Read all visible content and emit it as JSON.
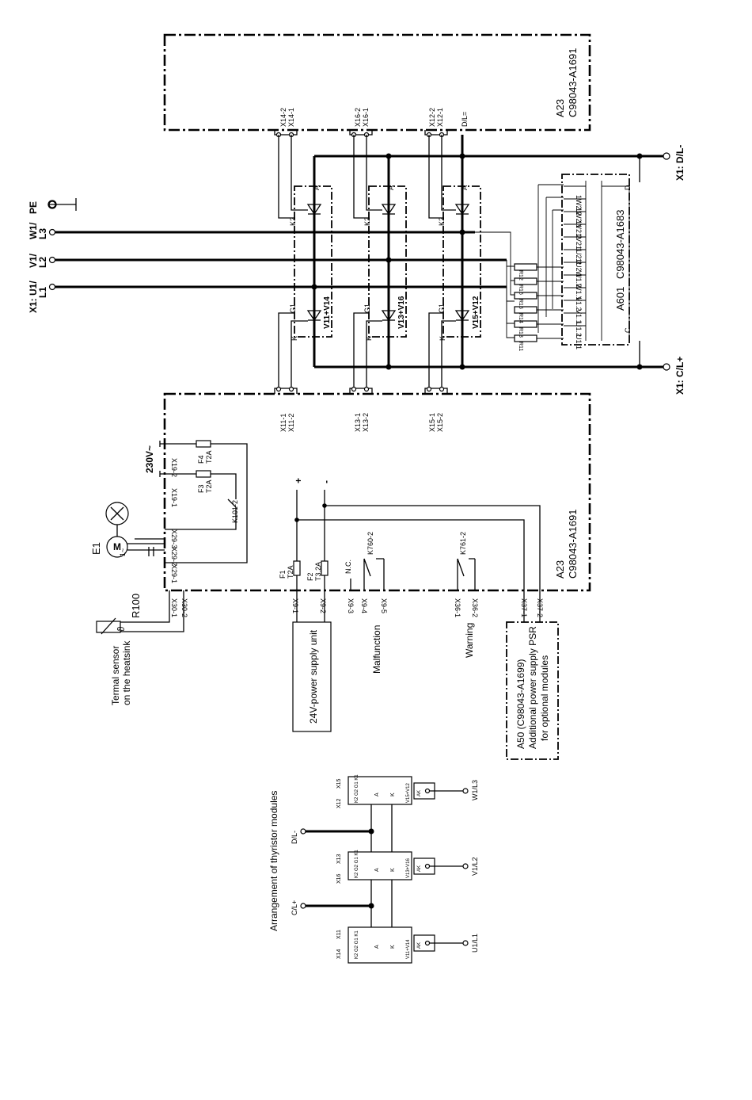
{
  "top_board": {
    "name": "A23",
    "part": "C98043-A1691"
  },
  "bottom_board": {
    "name": "A23",
    "part": "C98043-A1691"
  },
  "rc_board": {
    "name": "A601",
    "part": "C98043-A1683",
    "terminal_d": "D",
    "terminal_c": "C"
  },
  "mains": {
    "u": {
      "line1": "X1: U1/",
      "line2": "L1"
    },
    "v": {
      "line1": "V1/",
      "line2": "L2"
    },
    "w": {
      "line1": "W1/",
      "line2": "L3"
    },
    "pe": "PE"
  },
  "dc": {
    "d_minus": "X1: D/L-",
    "c_plus": "X1: C/L+"
  },
  "top_connectors": {
    "x14": [
      "X14-2",
      "X14-1"
    ],
    "x16": [
      "X16-2",
      "X16-1"
    ],
    "x12": [
      "X12-2",
      "X12-1"
    ],
    "dl": "D/L="
  },
  "bottom_connectors": {
    "x11": [
      "X11-1",
      "X11-2"
    ],
    "x13": [
      "X13-1",
      "X13-2"
    ],
    "x15": [
      "X15-1",
      "X15-2"
    ]
  },
  "thyristors": {
    "m1": "V11+V14",
    "m2": "V13+V16",
    "m3": "V15+V12",
    "pin_a": "A",
    "pin_k": "K",
    "pin_k2": "K2",
    "pin_g2": "G2",
    "pin_k1": "K1",
    "pin_g1": "G1"
  },
  "resistors": [
    "R12",
    "R16",
    "R15",
    "R14",
    "R13",
    "R11"
  ],
  "rc_caps": [
    "1W2.2",
    "1W2.1",
    "1V2.2",
    "1V2.1",
    "1U2.2",
    "1U2.1",
    "W1.2",
    "W1.1",
    "V1.2",
    "V1.1",
    "U1.2",
    "U1.1"
  ],
  "fan": {
    "label": "E1",
    "motor": "M",
    "phase": "1~",
    "x29": [
      "X29-3",
      "X29-2",
      "X29-1"
    ]
  },
  "fuses": {
    "f4": [
      "F4",
      "T2A"
    ],
    "f3": [
      "F3",
      "T2A"
    ],
    "f1": [
      "F1",
      "T2A"
    ],
    "f2": [
      "F2",
      "T3.2A"
    ]
  },
  "x19": [
    "X19-2",
    "X19-1"
  ],
  "voltage_230": "230V~",
  "relays": {
    "k101": "K101-2",
    "k760": "K760-2",
    "k761": "K761-2"
  },
  "power_in": {
    "plus": "+",
    "minus": "-"
  },
  "nc": "N.C.",
  "sensor": {
    "r100": "R100",
    "theta": "ϑ",
    "pins": [
      "X30-1",
      "X30-2"
    ],
    "caption1": "Termal sensor",
    "caption2": "on the heatsink"
  },
  "x9": [
    "X9-1",
    "X9-2",
    "X9-3",
    "X9-4",
    "X9-5"
  ],
  "psu_24v": "24V-power supply unit",
  "malfunction": "Malfunction",
  "x36": [
    "X36-1",
    "X36-2"
  ],
  "warning": "Warning",
  "x37": [
    "X37-1",
    "X37-2"
  ],
  "a50": {
    "line1": "A50 (C98043-A1699)",
    "line2": "Additional power supply PSR",
    "line3": "for optional modules"
  },
  "arrangement": {
    "title": "Arrangement of thyristor modules",
    "d_minus": "D/L-",
    "c_plus": "C/L+",
    "modules": [
      {
        "name": "V15+V12",
        "phase": "W1/L3",
        "gates": [
          "X15",
          "X12"
        ]
      },
      {
        "name": "V13+V16",
        "phase": "V1/L2",
        "gates": [
          "X13",
          "X16"
        ]
      },
      {
        "name": "V11+V14",
        "phase": "U1/L1",
        "gates": [
          "X11",
          "X14"
        ]
      }
    ],
    "pins": "K2 G2 G1 K1",
    "ak": "AK",
    "a": "A",
    "k": "K"
  },
  "colors": {
    "line": "#000000",
    "background": "#ffffff"
  }
}
